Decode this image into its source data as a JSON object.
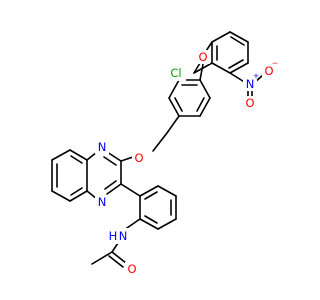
{
  "structure": {
    "colors": {
      "bond": "#000000",
      "O": "#ff0000",
      "N": "#0000ff",
      "Cl": "#00a000",
      "C": "#000000"
    },
    "atom_labels": {
      "cl": "Cl",
      "no2_n": "N",
      "no2_o_minus": "O",
      "no2_o": "O",
      "ether_o1": "O",
      "ether_o2": "O",
      "quin_n1": "N",
      "quin_n2": "N",
      "amide_n": "N",
      "amide_h": "H",
      "carbonyl_o": "O"
    },
    "charges": {
      "no2_n": "+",
      "no2_o_minus": "−"
    }
  }
}
